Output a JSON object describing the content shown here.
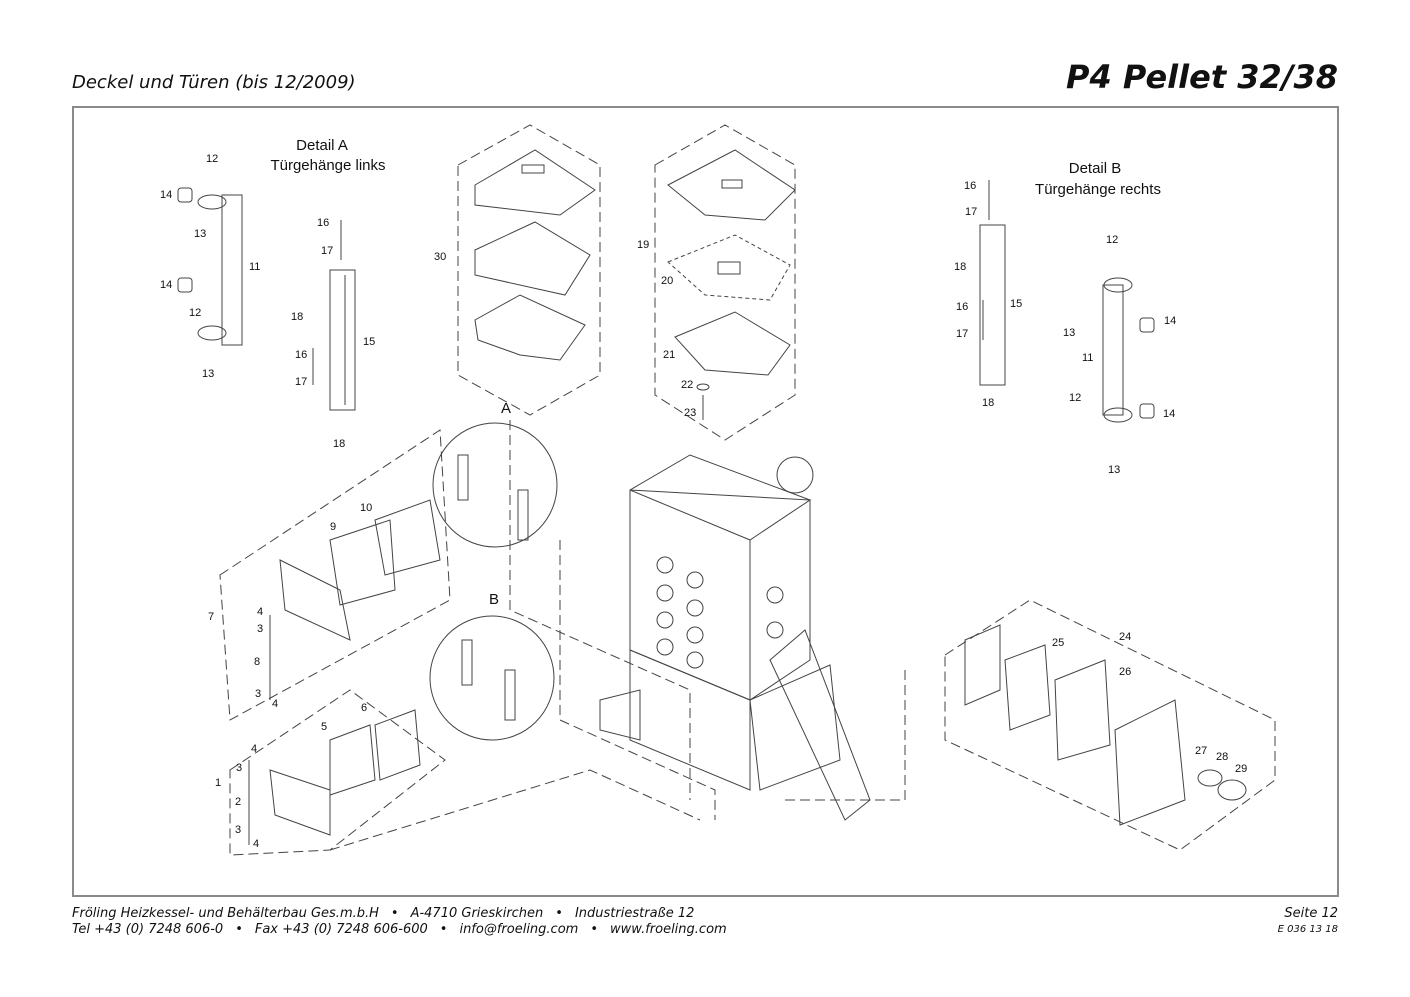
{
  "header": {
    "subtitle": "Deckel und Türen (bis 12/2009)",
    "title": "P4 Pellet 32/38"
  },
  "details": {
    "a_title": "Detail A",
    "a_subtitle": "Türgehänge links",
    "b_title": "Detail B",
    "b_subtitle": "Türgehänge rechts",
    "marker_a": "A",
    "marker_b": "B"
  },
  "callouts": [
    "12",
    "14",
    "13",
    "11",
    "14",
    "12",
    "13",
    "16",
    "17",
    "18",
    "15",
    "16",
    "17",
    "18",
    "30",
    "19",
    "20",
    "21",
    "22",
    "23",
    "16",
    "17",
    "18",
    "16",
    "15",
    "17",
    "18",
    "12",
    "13",
    "14",
    "11",
    "12",
    "14",
    "13",
    "10",
    "9",
    "7",
    "4",
    "3",
    "8",
    "3",
    "4",
    "6",
    "5",
    "4",
    "3",
    "1",
    "2",
    "3",
    "4",
    "24",
    "25",
    "26",
    "27",
    "28",
    "29"
  ],
  "footer": {
    "line1": [
      "Fröling Heizkessel- und Behälterbau Ges.m.b.H",
      "A-4710 Grieskirchen",
      "Industriestraße 12"
    ],
    "line2": [
      "Tel +43 (0) 7248 606-0",
      "Fax +43 (0) 7248 606-600",
      "info@froeling.com",
      "www.froeling.com"
    ],
    "page": "Seite 12",
    "code": "E 036 13 18",
    "separator": "•"
  }
}
